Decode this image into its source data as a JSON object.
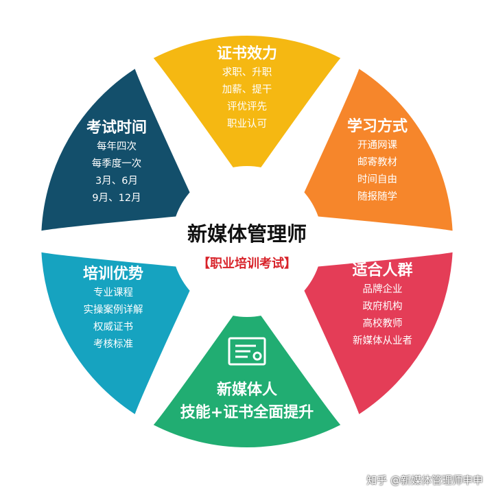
{
  "center": {
    "title": "新媒体管理师",
    "subtitle": "【职业培训考试】"
  },
  "segments": [
    {
      "title": "证书效力",
      "items": [
        "求职、升职",
        "加薪、提干",
        "评优评先",
        "职业认可"
      ],
      "color": "#f5b812"
    },
    {
      "title": "学习方式",
      "items": [
        "开通网课",
        "邮寄教材",
        "时间自由",
        "随报随学"
      ],
      "color": "#f6862b"
    },
    {
      "title": "适合人群",
      "items": [
        "品牌企业",
        "政府机构",
        "高校教师",
        "新媒体从业者"
      ],
      "color": "#e43d57"
    },
    {
      "title": "新媒体人",
      "subtitle": "技能+证书全面提升",
      "icon": "certificate-icon",
      "color": "#21ad72"
    },
    {
      "title": "培训优势",
      "items": [
        "专业课程",
        "实操案例详解",
        "权威证书",
        "考核标准"
      ],
      "color": "#16a3c0"
    },
    {
      "title": "考试时间",
      "items": [
        "每年四次",
        "每季度一次",
        "3月、6月",
        "9月、12月"
      ],
      "color": "#134f6b"
    }
  ],
  "watermark": "知乎 @新媒体管理师申申"
}
